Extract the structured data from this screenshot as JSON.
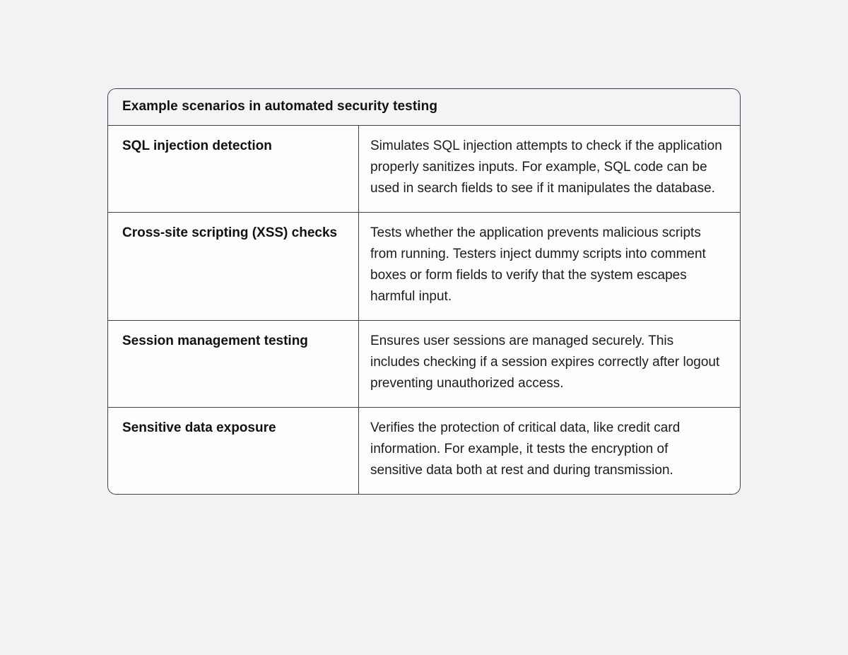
{
  "table": {
    "title": "Example scenarios in automated security testing",
    "rows": [
      {
        "term": "SQL injection detection",
        "description": "Simulates SQL injection attempts to check if the application properly sanitizes inputs. For example, SQL code can be used in search fields to see if it manipulates the database."
      },
      {
        "term": "Cross-site scripting (XSS) checks",
        "description": "Tests whether the application prevents malicious scripts from running. Testers inject dummy scripts into comment boxes or form fields to verify that the system escapes harmful input."
      },
      {
        "term": "Session management testing",
        "description": "Ensures user sessions are managed securely. This includes checking if a session expires correctly after logout preventing unauthorized access."
      },
      {
        "term": "Sensitive data exposure",
        "description": "Verifies the protection of critical data, like credit card information. For example, it tests the encryption of sensitive data both at rest and during transmission."
      }
    ]
  },
  "colors": {
    "page_background": "#f2f1f4",
    "table_border": "#3f4045",
    "title_row_background": "#f4f3f6",
    "cell_background": "#fdfdfd",
    "text": "#18181b"
  }
}
